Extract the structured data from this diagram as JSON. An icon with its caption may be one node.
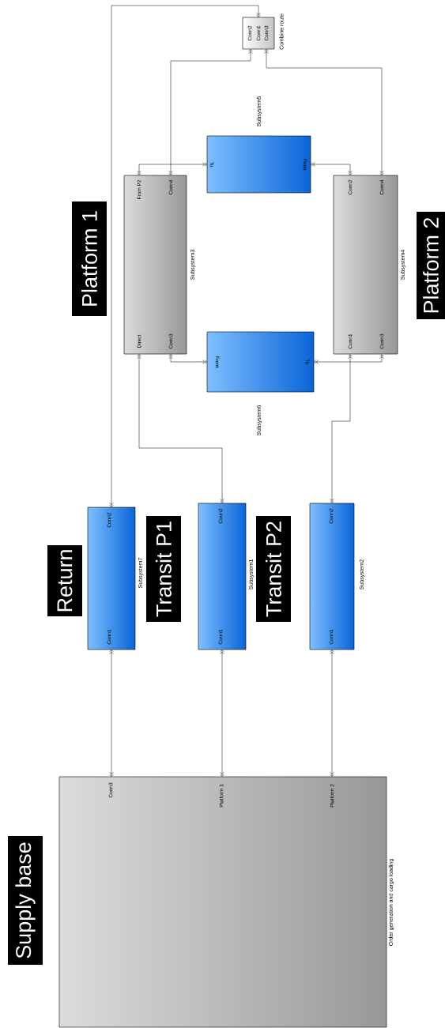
{
  "diagram": {
    "nodes": [
      {
        "text": [
          "Conn3",
          "Platform 1",
          "Platform 2"
        ],
        "beside": [
          "Order generation and cargo loading"
        ]
      },
      {
        "text": [
          "Supply base"
        ]
      },
      {
        "text": [
          "Conn1",
          "Conn2"
        ],
        "beside": [
          "Subsystem7"
        ]
      },
      {
        "text": [
          "Return"
        ]
      },
      {
        "text": [
          "Conn1",
          "Conn2"
        ],
        "beside": [
          "Subsystem1"
        ]
      },
      {
        "text": [
          "Transit P1"
        ]
      },
      {
        "text": [
          "Conn1",
          "Conn2"
        ],
        "beside": [
          "Subsystem2"
        ]
      },
      {
        "text": [
          "Transit P2"
        ]
      },
      {
        "text": [
          "Direct",
          "Conn3",
          "From P2",
          "Conn4"
        ],
        "beside": [
          "Subsystem3"
        ]
      },
      {
        "text": [
          "From",
          "To"
        ],
        "beside": [
          "Subsystem6"
        ]
      },
      {
        "text": [
          "To",
          "From"
        ],
        "beside": [
          "Subsystem5"
        ]
      },
      {
        "text": [
          "Conn1",
          "Conn3",
          "Conn2",
          "Conn4"
        ],
        "beside": [
          "Subsystem4"
        ]
      },
      {
        "text": [
          "Platform 1"
        ]
      },
      {
        "text": [
          "Platform 2"
        ]
      },
      {
        "text": [
          "Conn2",
          "Conn1",
          "Conn3"
        ],
        "beside": [
          "Combine route"
        ]
      }
    ],
    "edges": [
      {
        "from": 0,
        "to": 2,
        "arrow": "both"
      },
      {
        "from": 0,
        "to": 4,
        "arrow": "both"
      },
      {
        "from": 0,
        "to": 6,
        "arrow": "both"
      },
      {
        "from": 2,
        "to": 14,
        "arrow": "both"
      },
      {
        "from": 4,
        "to": 8,
        "arrow": "both"
      },
      {
        "from": 6,
        "to": 11,
        "arrow": "both"
      },
      {
        "from": 8,
        "to": 9,
        "arrow": "both"
      },
      {
        "from": 9,
        "to": 11,
        "arrow": "both"
      },
      {
        "from": 11,
        "to": 10,
        "arrow": "both"
      },
      {
        "from": 10,
        "to": 8,
        "arrow": "both"
      },
      {
        "from": 8,
        "to": 14,
        "arrow": "both"
      },
      {
        "from": 11,
        "to": 14,
        "arrow": "both"
      }
    ]
  }
}
